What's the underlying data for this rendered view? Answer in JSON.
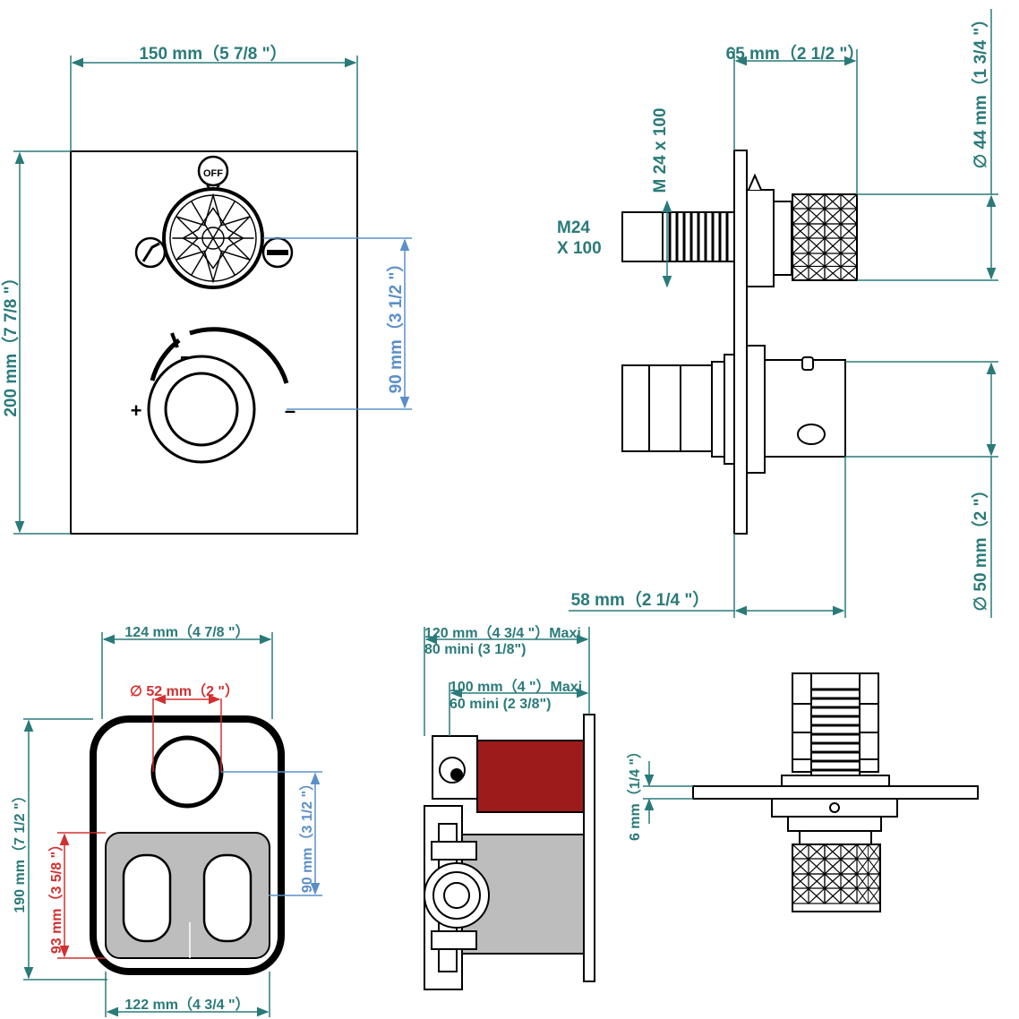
{
  "labels": {
    "front_width": "150 mm（5 7/8 \"）",
    "front_height": "200 mm（7 7/8 \"）",
    "front_spacing": "90 mm（3 1/2 \"）",
    "off_label": "OFF",
    "plus_label": "+",
    "minus_label": "–",
    "side_depth_top": "65 mm（2 1/2 \"）",
    "side_diameter_top": "∅ 44 mm（1 3/4 \"）",
    "side_thread_vertical": "M 24 x 100",
    "side_thread_line1": "M24",
    "side_thread_line2": "X 100",
    "side_depth_bottom": "58 mm（2 1/4 \"）",
    "side_diameter_bottom": "∅ 50 mm（2 \"）",
    "box_width_top": "124 mm（4 7/8 \"）",
    "box_hole": "∅  52 mm（2 \"）",
    "box_height": "190 mm（7 1/2 \"）",
    "box_spacing": "90 mm（3 1/2 \"）",
    "box_inner": "93 mm（3 5/8 \"）",
    "box_width_bottom": "122 mm（4 3/4 \"）",
    "depth_max1": "120 mm（4 3/4 \"）Maxi",
    "depth_min1": "80 mini   (3 1/8\")",
    "depth_max2": "100 mm（4 \"）Maxi",
    "depth_min2": "60 mini   (2 3/8\")",
    "plate_thickness": "6 mm（1/4 \"）"
  },
  "colors": {
    "dimension": "#2a7a7a",
    "blue_dimension": "#5b8fc9",
    "red_dimension": "#d23030",
    "valve_body": "#9e1b1b",
    "box_fill": "#bdbdbd"
  }
}
